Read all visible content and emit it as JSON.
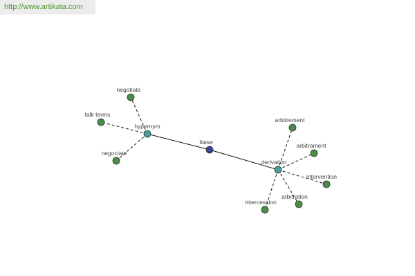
{
  "site": {
    "url_text": "http://www.artikata.com"
  },
  "graph": {
    "colors": {
      "center": "#3b3f9e",
      "hub": "#4c9a9a",
      "leaf": "#4f8a4a",
      "edge": "#111111",
      "banner_text": "#4a9a2a"
    },
    "nodes": [
      {
        "id": "liaise",
        "label": "liaise",
        "kind": "center"
      },
      {
        "id": "hypernym",
        "label": "hypernym",
        "kind": "hub"
      },
      {
        "id": "derivation",
        "label": "derivation",
        "kind": "hub"
      },
      {
        "id": "negotiate",
        "label": "negotiate",
        "kind": "leaf"
      },
      {
        "id": "talk-terms",
        "label": "talk terms",
        "kind": "leaf"
      },
      {
        "id": "negociate",
        "label": "negociate",
        "kind": "leaf"
      },
      {
        "id": "arbitrement",
        "label": "arbitrement",
        "kind": "leaf"
      },
      {
        "id": "arbitrament",
        "label": "arbitrament",
        "kind": "leaf"
      },
      {
        "id": "intervention",
        "label": "intervention",
        "kind": "leaf"
      },
      {
        "id": "arbitration",
        "label": "arbitration",
        "kind": "leaf"
      },
      {
        "id": "intercession",
        "label": "intercession",
        "kind": "leaf"
      }
    ],
    "edges": [
      {
        "from": "liaise",
        "to": "hypernym",
        "style": "solid"
      },
      {
        "from": "liaise",
        "to": "derivation",
        "style": "solid"
      },
      {
        "from": "hypernym",
        "to": "negotiate",
        "style": "dashed"
      },
      {
        "from": "hypernym",
        "to": "talk-terms",
        "style": "dashed"
      },
      {
        "from": "hypernym",
        "to": "negociate",
        "style": "dashed"
      },
      {
        "from": "derivation",
        "to": "arbitrement",
        "style": "dashed"
      },
      {
        "from": "derivation",
        "to": "arbitrament",
        "style": "dashed"
      },
      {
        "from": "derivation",
        "to": "intervention",
        "style": "dashed"
      },
      {
        "from": "derivation",
        "to": "arbitration",
        "style": "dashed"
      },
      {
        "from": "derivation",
        "to": "intercession",
        "style": "dashed"
      }
    ]
  }
}
